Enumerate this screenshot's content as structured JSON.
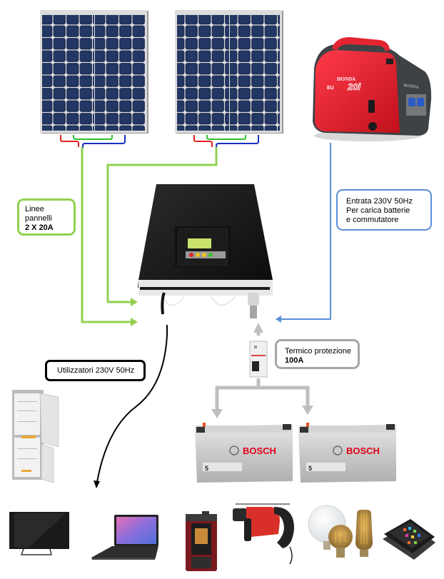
{
  "diagram": {
    "title": "Impianto fotovoltaico con inverter, generatore e batterie",
    "colors": {
      "panel_line": "#92d050",
      "generator_line": "#5b8fd6",
      "battery_line": "#bfbfbf",
      "load_line": "#000000",
      "wire_red": "#e02020",
      "wire_green": "#30c030",
      "wire_blue": "#1a2fc0"
    },
    "components": {
      "solar_panel_1": {
        "name": "Pannello solare 1"
      },
      "solar_panel_2": {
        "name": "Pannello solare 2"
      },
      "generator": {
        "name": "Generatore",
        "brand": "HONDA",
        "model": "20i",
        "prefix": "EU"
      },
      "inverter": {
        "name": "Inverter / caricabatterie"
      },
      "breaker": {
        "name": "Interruttore magnetotermico"
      },
      "battery_1": {
        "name": "Batteria 1",
        "brand": "BOSCH",
        "model": "5"
      },
      "battery_2": {
        "name": "Batteria 2",
        "brand": "BOSCH",
        "model": "5"
      }
    },
    "labels": {
      "panels": {
        "line1": "Linee",
        "line2": "pannelli",
        "bold": "2 X 20A"
      },
      "generator_input": {
        "line1": "Entrata 230V 50Hz",
        "line2": "Per carica batterie",
        "line3": "e commutatore"
      },
      "breaker": {
        "line1": "Termico protezione",
        "bold": "100A"
      },
      "loads": {
        "line1": "Utilizzatori 230V 50Hz"
      }
    },
    "loads": [
      {
        "name": "Frigorifero"
      },
      {
        "name": "Televisore"
      },
      {
        "name": "Laptop"
      },
      {
        "name": "Stufa a pellet"
      },
      {
        "name": "Trapano"
      },
      {
        "name": "Lampadine"
      },
      {
        "name": "Smartphone"
      }
    ]
  }
}
